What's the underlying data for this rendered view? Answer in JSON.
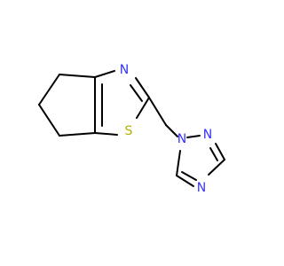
{
  "molecule": {
    "atoms": {
      "n_thiazole": {
        "symbol": "N",
        "color": "#3333ff"
      },
      "s_thiazole": {
        "symbol": "S",
        "color": "#b2b200"
      },
      "n1_triazole": {
        "symbol": "N",
        "color": "#3333ff"
      },
      "n2_triazole": {
        "symbol": "N",
        "color": "#3333ff"
      },
      "n4_triazole": {
        "symbol": "N",
        "color": "#3333ff"
      }
    },
    "bond_color": "#000000",
    "background": "#ffffff"
  }
}
